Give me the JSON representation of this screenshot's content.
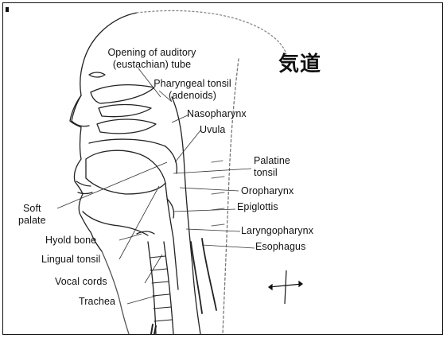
{
  "heading": "気道",
  "labels": {
    "auditory_tube_line1": "Opening of auditory",
    "auditory_tube_line2": "(eustachian) tube",
    "pharyngeal_tonsil_line1": "Pharyngeal tonsil",
    "pharyngeal_tonsil_line2": "(adenoids)",
    "nasopharynx": "Nasopharynx",
    "uvula": "Uvula",
    "palatine_tonsil_line1": "Palatine",
    "palatine_tonsil_line2": "tonsil",
    "oropharynx": "Oropharynx",
    "epiglottis": "Epiglottis",
    "soft_palate_line1": "Soft",
    "soft_palate_line2": "palate",
    "laryngopharynx": "Laryngopharynx",
    "hyoid_bone": "Hyold bone",
    "esophagus": "Esophagus",
    "lingual_tonsil": "Lingual tonsil",
    "vocal_cords": "Vocal cords",
    "trachea": "Trachea"
  }
}
